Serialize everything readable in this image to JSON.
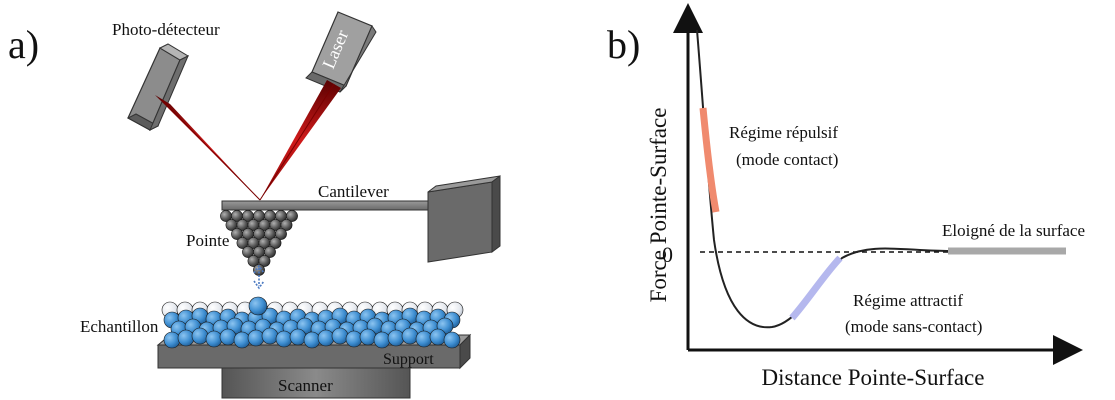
{
  "panel_a": {
    "label": "a)",
    "photodetector_label": "Photo-détecteur",
    "laser_label": "Laser",
    "cantilever_label": "Cantilever",
    "tip_label": "Pointe",
    "sample_label": "Echantillon",
    "support_label": "Support",
    "scanner_label": "Scanner",
    "colors": {
      "beam": "#b01818",
      "sample_sphere": "#3f8fd2",
      "metal": "#7a7a7a"
    }
  },
  "panel_b": {
    "label": "b)",
    "y_axis_label": "Force Pointe-Surface",
    "x_axis_label": "Distance Pointe-Surface",
    "zero_label": "0",
    "repulsive_line1": "Régime répulsif",
    "repulsive_line2": "(mode contact)",
    "attractive_line1": "Régime attractif",
    "attractive_line2": "(mode sans-contact)",
    "far_label": "Eloigné de la surface",
    "colors": {
      "repulsive": "#f08a6e",
      "attractive": "#b5b8ee",
      "far": "#a8a8a8"
    }
  }
}
